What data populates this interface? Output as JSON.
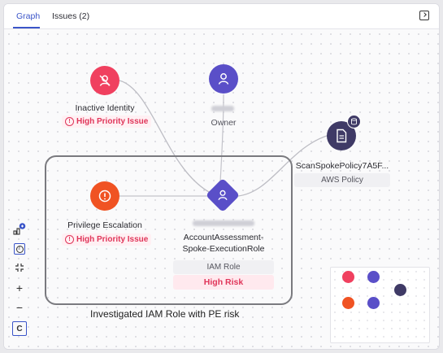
{
  "tabs": [
    {
      "label": "Graph",
      "active": true
    },
    {
      "label": "Issues (2)",
      "active": false
    }
  ],
  "nodes": {
    "inactive_identity": {
      "label": "Inactive Identity",
      "issue": "High Priority Issue",
      "color": "#f0405f"
    },
    "owner": {
      "label": "Owner",
      "color": "#5a4fc8"
    },
    "scan_policy": {
      "label": "ScanSpokePolicy7A5F...",
      "type": "AWS Policy",
      "color": "#3f3a66"
    },
    "privilege_escalation": {
      "label": "Privilege Escalation",
      "issue": "High Priority Issue",
      "color": "#f05323"
    },
    "iam_role": {
      "label_line1": "AccountAssessment-",
      "label_line2": "Spoke-ExecutionRole",
      "type": "IAM Role",
      "risk": "High Risk",
      "color": "#5a4fc8"
    }
  },
  "caption": "Investigated IAM Role with PE risk",
  "toolbar": {
    "fit_icon": "fit-view-icon",
    "zoom_in": "+",
    "zoom_out": "−",
    "reset": "C"
  },
  "colors": {
    "accent": "#3b55c9",
    "issue_red": "#e0365a",
    "purple": "#5a4fc8"
  }
}
